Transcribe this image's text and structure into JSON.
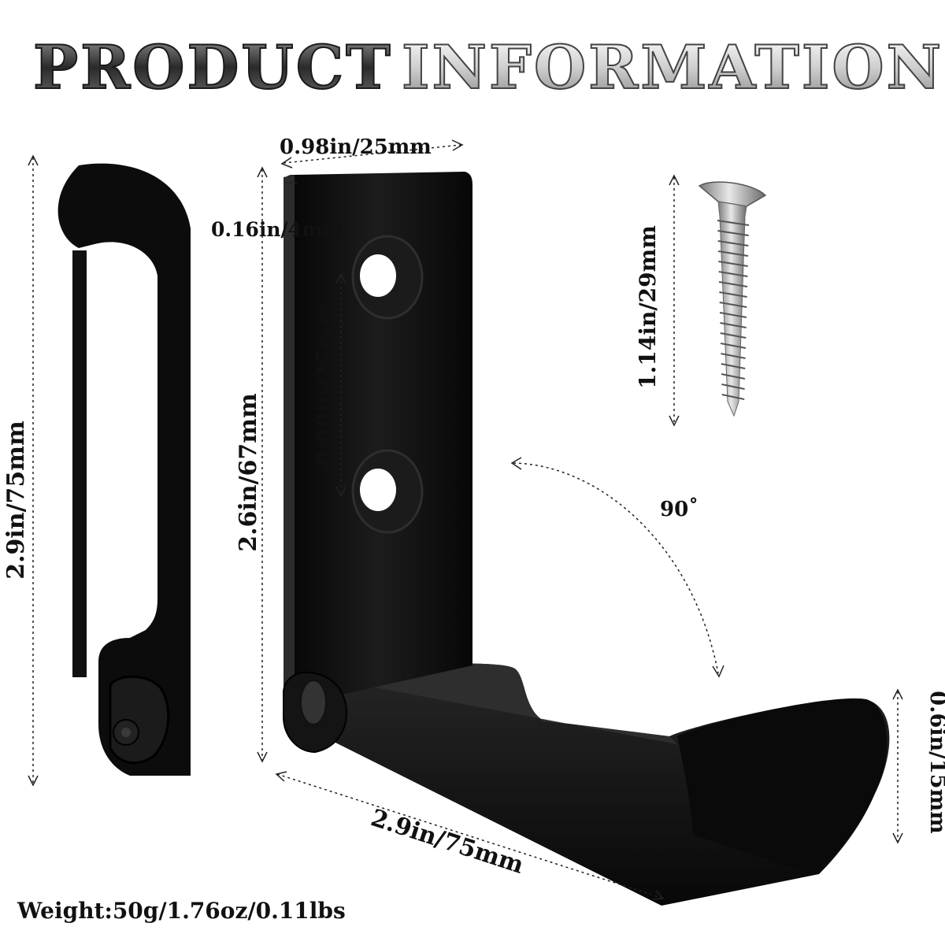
{
  "title": {
    "part1": "PRODUCT",
    "part2": "INFORMATION"
  },
  "dimensions": {
    "side_height": "2.9in/75mm",
    "top_width": "0.98in/25mm",
    "thickness": "0.16in/4mm",
    "hole_spacing": "0.98in/25mm",
    "plate_height": "2.6in/67mm",
    "angle": "90˚",
    "screw_length": "1.14in/29mm",
    "arm_length": "2.9in/75mm",
    "tip_height": "0.6in/15mm"
  },
  "weight": "Weight:50g/1.76oz/0.11lbs",
  "colors": {
    "product_black": "#111111",
    "title_dark": "#3a3a3a",
    "title_light": "#e0e0e0",
    "screw_silver": "#b5b5b5"
  }
}
